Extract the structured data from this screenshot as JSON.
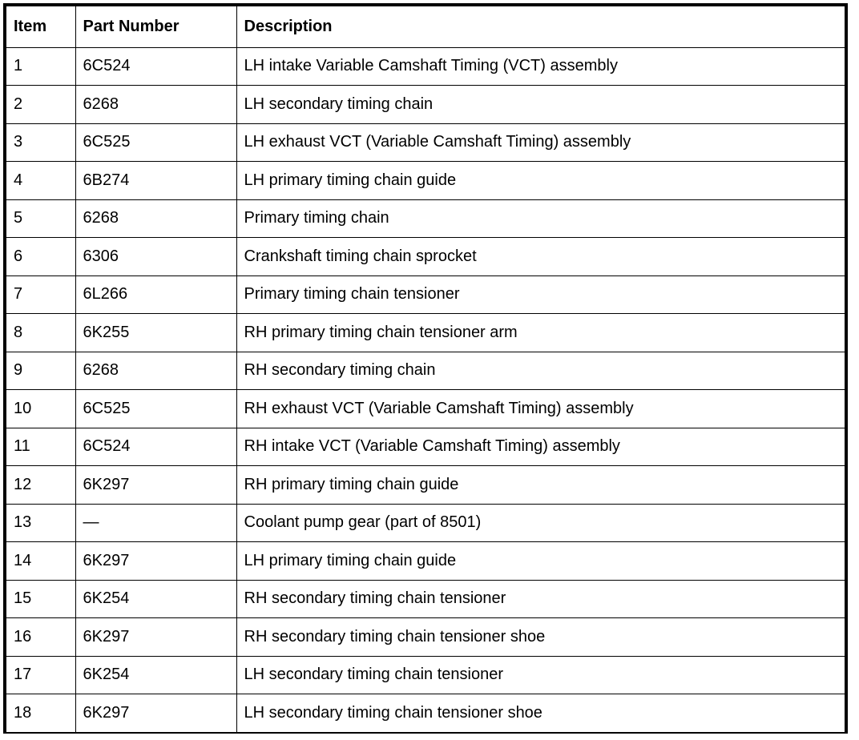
{
  "table": {
    "name": "timing-drive-components-parts-list",
    "columns": [
      {
        "key": "item",
        "label": "Item"
      },
      {
        "key": "part_number",
        "label": "Part Number"
      },
      {
        "key": "description",
        "label": "Description"
      }
    ],
    "rows": [
      {
        "item": "1",
        "part_number": "6C524",
        "description": "LH intake Variable Camshaft Timing (VCT) assembly"
      },
      {
        "item": "2",
        "part_number": "6268",
        "description": "LH secondary timing chain"
      },
      {
        "item": "3",
        "part_number": "6C525",
        "description": "LH exhaust VCT (Variable Camshaft Timing) assembly"
      },
      {
        "item": "4",
        "part_number": "6B274",
        "description": "LH primary timing chain guide"
      },
      {
        "item": "5",
        "part_number": "6268",
        "description": "Primary timing chain"
      },
      {
        "item": "6",
        "part_number": "6306",
        "description": "Crankshaft timing chain sprocket"
      },
      {
        "item": "7",
        "part_number": "6L266",
        "description": "Primary timing chain tensioner"
      },
      {
        "item": "8",
        "part_number": "6K255",
        "description": "RH primary timing chain tensioner arm"
      },
      {
        "item": "9",
        "part_number": "6268",
        "description": "RH secondary timing chain"
      },
      {
        "item": "10",
        "part_number": "6C525",
        "description": "RH exhaust VCT (Variable Camshaft Timing) assembly"
      },
      {
        "item": "11",
        "part_number": "6C524",
        "description": "RH intake VCT (Variable Camshaft Timing) assembly"
      },
      {
        "item": "12",
        "part_number": "6K297",
        "description": "RH primary timing chain guide"
      },
      {
        "item": "13",
        "part_number": "—",
        "description": "Coolant pump gear (part of 8501)"
      },
      {
        "item": "14",
        "part_number": "6K297",
        "description": "LH primary timing chain guide"
      },
      {
        "item": "15",
        "part_number": "6K254",
        "description": "RH secondary timing chain tensioner"
      },
      {
        "item": "16",
        "part_number": "6K297",
        "description": "RH secondary timing chain tensioner shoe"
      },
      {
        "item": "17",
        "part_number": "6K254",
        "description": "LH secondary timing chain tensioner"
      },
      {
        "item": "18",
        "part_number": "6K297",
        "description": "LH secondary timing chain tensioner shoe"
      }
    ]
  },
  "colors": {
    "border": "#000000",
    "text": "#000000",
    "background": "#ffffff"
  }
}
